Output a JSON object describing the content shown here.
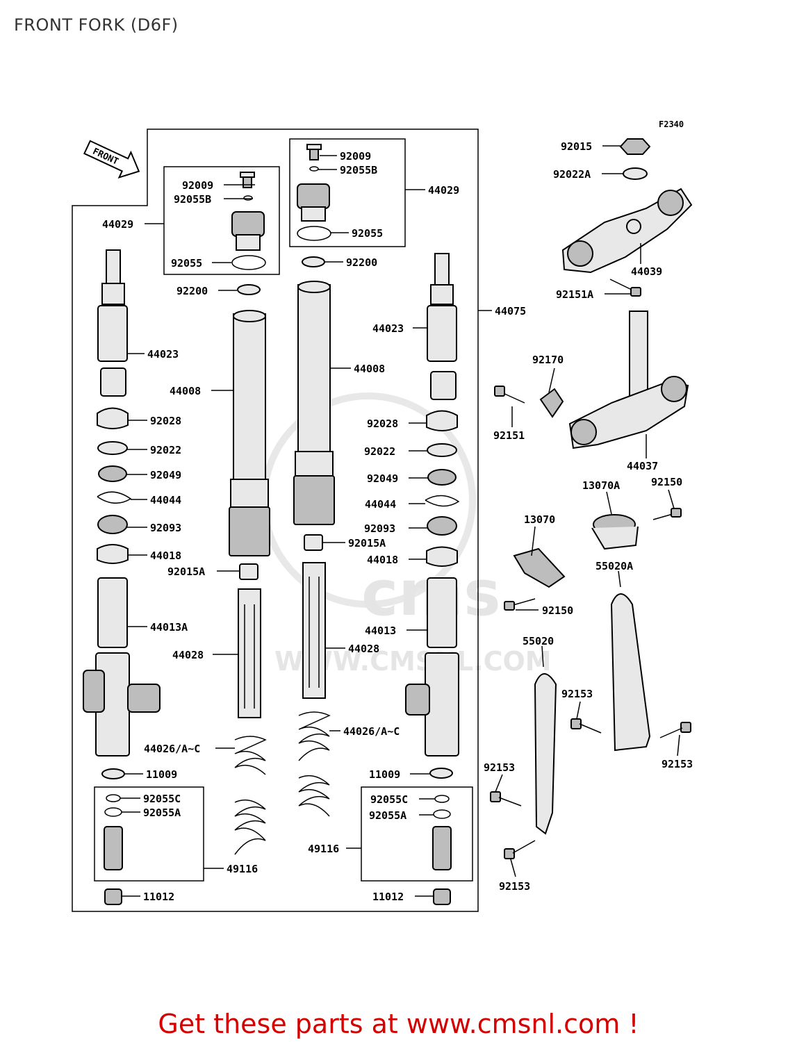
{
  "page": {
    "title": "FRONT FORK (D6F)",
    "figure_ref": "F2340",
    "front_arrow_label": "FRONT",
    "promo": "Get these parts at www.cmsnl.com !",
    "watermark_url": "WWW.CMSNL.COM",
    "watermark_logo": "cms"
  },
  "labels": {
    "l_92009": "92009",
    "l_92055B": "92055B",
    "l_44029": "44029",
    "l_92055": "92055",
    "l_92200": "92200",
    "l_44023": "44023",
    "l_44008": "44008",
    "l_92028": "92028",
    "l_92022": "92022",
    "l_92049": "92049",
    "l_44044": "44044",
    "l_92093": "92093",
    "l_44018": "44018",
    "l_92015A": "92015A",
    "l_44013A": "44013A",
    "l_44028": "44028",
    "l_44026": "44026/A~C",
    "l_11009": "11009",
    "l_92055C": "92055C",
    "l_92055A": "92055A",
    "l_49116": "49116",
    "l_11012": "11012",
    "r_92009": "92009",
    "r_92055B": "92055B",
    "r_44029": "44029",
    "r_92055": "92055",
    "r_92200": "92200",
    "r_44075": "44075",
    "r_44023": "44023",
    "r_44008": "44008",
    "r_92028": "92028",
    "r_92022": "92022",
    "r_92049": "92049",
    "r_44044": "44044",
    "r_92093": "92093",
    "r_92015A": "92015A",
    "r_44018": "44018",
    "r_44013": "44013",
    "r_44028": "44028",
    "r_44026": "44026/A~C",
    "r_11009": "11009",
    "r_92055C": "92055C",
    "r_92055A": "92055A",
    "r_49116": "49116",
    "r_11012": "11012",
    "x_92015": "92015",
    "x_92022A": "92022A",
    "x_44039": "44039",
    "x_92151A": "92151A",
    "x_92170": "92170",
    "x_92151": "92151",
    "x_44037": "44037",
    "x_13070A": "13070A",
    "x_92150a": "92150",
    "x_13070": "13070",
    "x_92150b": "92150",
    "x_55020A": "55020A",
    "x_55020": "55020",
    "x_92153a": "92153",
    "x_92153b": "92153",
    "x_92153c": "92153",
    "x_92153d": "92153"
  }
}
